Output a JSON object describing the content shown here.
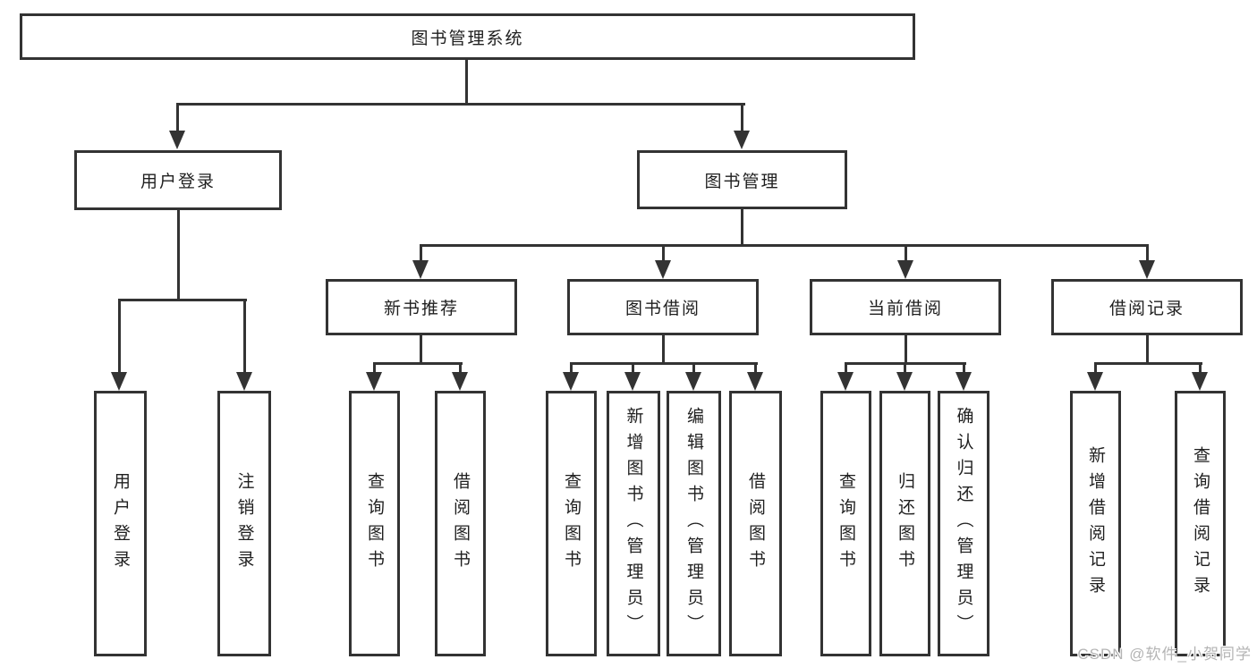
{
  "tree": {
    "root": {
      "label": "图书管理系统"
    },
    "branches": [
      {
        "label": "用户登录",
        "children": [
          {
            "label": "用户登录"
          },
          {
            "label": "注销登录"
          }
        ]
      },
      {
        "label": "图书管理",
        "children": [
          {
            "label": "新书推荐",
            "children": [
              {
                "label": "查询图书"
              },
              {
                "label": "借阅图书"
              }
            ]
          },
          {
            "label": "图书借阅",
            "children": [
              {
                "label": "查询图书"
              },
              {
                "label": "新增图书（管理员）"
              },
              {
                "label": "编辑图书（管理员）"
              },
              {
                "label": "借阅图书"
              }
            ]
          },
          {
            "label": "当前借阅",
            "children": [
              {
                "label": "查询图书"
              },
              {
                "label": "归还图书"
              },
              {
                "label": "确认归还（管理员）"
              }
            ]
          },
          {
            "label": "借阅记录",
            "children": [
              {
                "label": "新增借阅记录"
              },
              {
                "label": "查询借阅记录"
              }
            ]
          }
        ]
      }
    ]
  },
  "watermark": {
    "text": "CSDN @软件_小贺同学"
  },
  "colors": {
    "line": "#333333",
    "box_border": "#333333",
    "box_fill": "#ffffff",
    "text": "#1f1f1f",
    "watermark": "#b4b4b4",
    "background": "#ffffff"
  }
}
